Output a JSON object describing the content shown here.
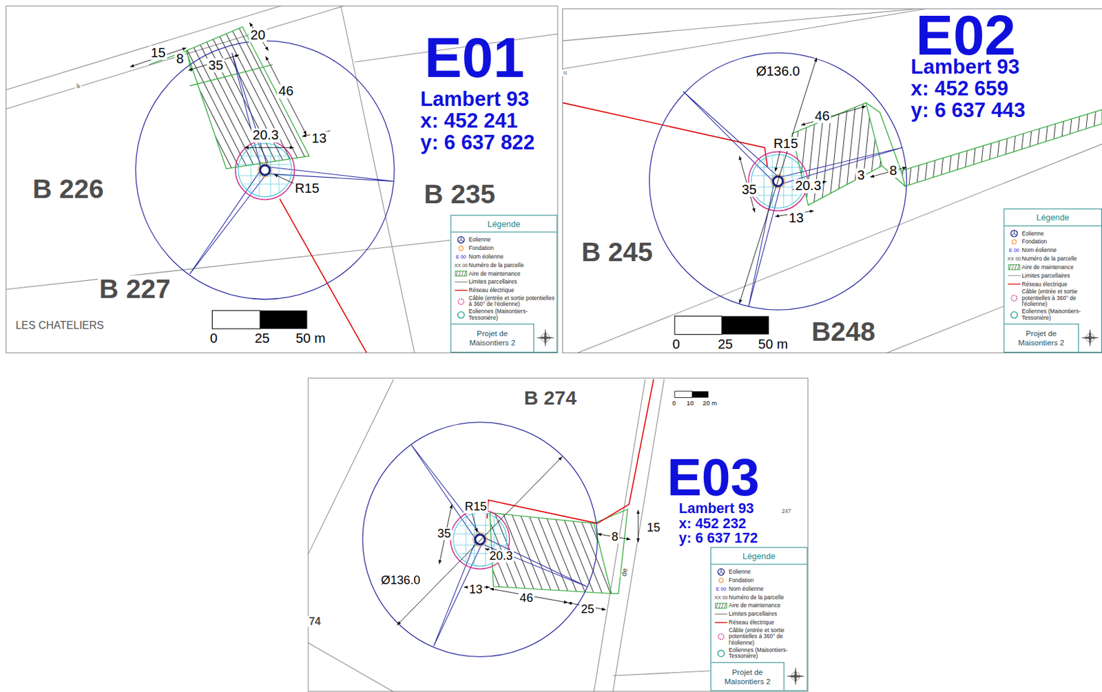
{
  "diagram": {
    "nodes": [
      {
        "text": [
          "E01",
          "Lambert 93 x: 452 241 y: 6 637 822"
        ]
      },
      {
        "text": [
          "Légende"
        ],
        "in": 0
      },
      {
        "text": [
          "Projet de Maisontiers 2"
        ],
        "in": 1
      },
      {
        "text": [
          "E02",
          "Lambert 93 x: 452 659 y: 6 637 443"
        ]
      },
      {
        "text": [
          "Légende"
        ],
        "in": 3
      },
      {
        "text": [
          "Projet de Maisontiers 2"
        ],
        "in": 4
      },
      {
        "text": [
          "E03",
          "Lambert 93 x: 452 232 y: 6 637 172"
        ]
      },
      {
        "text": [
          "Légende"
        ],
        "in": 6
      },
      {
        "text": [
          "Projet de Maisontiers 2"
        ],
        "in": 7
      }
    ],
    "labels": [
      "15",
      "8",
      "35",
      "20",
      "46",
      "20.3",
      "13",
      "R15",
      "B 226",
      "B 235",
      "B 227",
      "LES CHATELIERS",
      "0",
      "25",
      "50 m",
      "à",
      "Ø136.0",
      "46",
      "R15",
      "20.3",
      "35",
      "13",
      "3",
      "8",
      "B 245",
      "B248",
      "0",
      "25",
      "50 m",
      "u",
      "B 274",
      "0",
      "10",
      "20 m",
      "R15",
      "35",
      "20.3",
      "13",
      "46",
      "25",
      "8",
      "15",
      "Ø136.0",
      "247",
      "de",
      "74",
      "E 00",
      "XX 00",
      "E 00",
      "XX 00",
      "E 00",
      "XX 00"
    ],
    "legend": [
      {
        "text": "Eolienne"
      },
      {
        "text": "Fondation"
      },
      {
        "text": "Nom éolienne"
      },
      {
        "text": "Numéro de la parcelle"
      },
      {
        "text": "Aire de maintenance"
      },
      {
        "text": "Limites parcellaires"
      },
      {
        "text": "Réseau électrique"
      },
      {
        "text": "Câble (entrée et sortie potentielles à 360° de l'éolienne)"
      },
      {
        "text": "Eoliennes (Maisontiers-Tessonière)"
      },
      {
        "text": "Eolienne"
      },
      {
        "text": "Fondation"
      },
      {
        "text": "Nom éolienne"
      },
      {
        "text": "Numéro de la parcelle"
      },
      {
        "text": "Aire de maintenance"
      },
      {
        "text": "Limites parcellaires"
      },
      {
        "text": "Réseau électrique"
      },
      {
        "text": "Câble (entrée et sortie potentielles à 360° de l'éolienne)"
      },
      {
        "text": "Eoliennes (Maisontiers-Tessonière)"
      },
      {
        "text": "Eolienne"
      },
      {
        "text": "Fondation"
      },
      {
        "text": "Nom éolienne"
      },
      {
        "text": "Numéro de la parcelle"
      },
      {
        "text": "Aire de maintenance"
      },
      {
        "text": "Limites parcellaires"
      },
      {
        "text": "Réseau électrique"
      },
      {
        "text": "Câble (entrée et sortie potentielles à 360° de l'éolienne)"
      },
      {
        "text": "Eoliennes (Maisontiers-Tessonière)"
      }
    ]
  }
}
